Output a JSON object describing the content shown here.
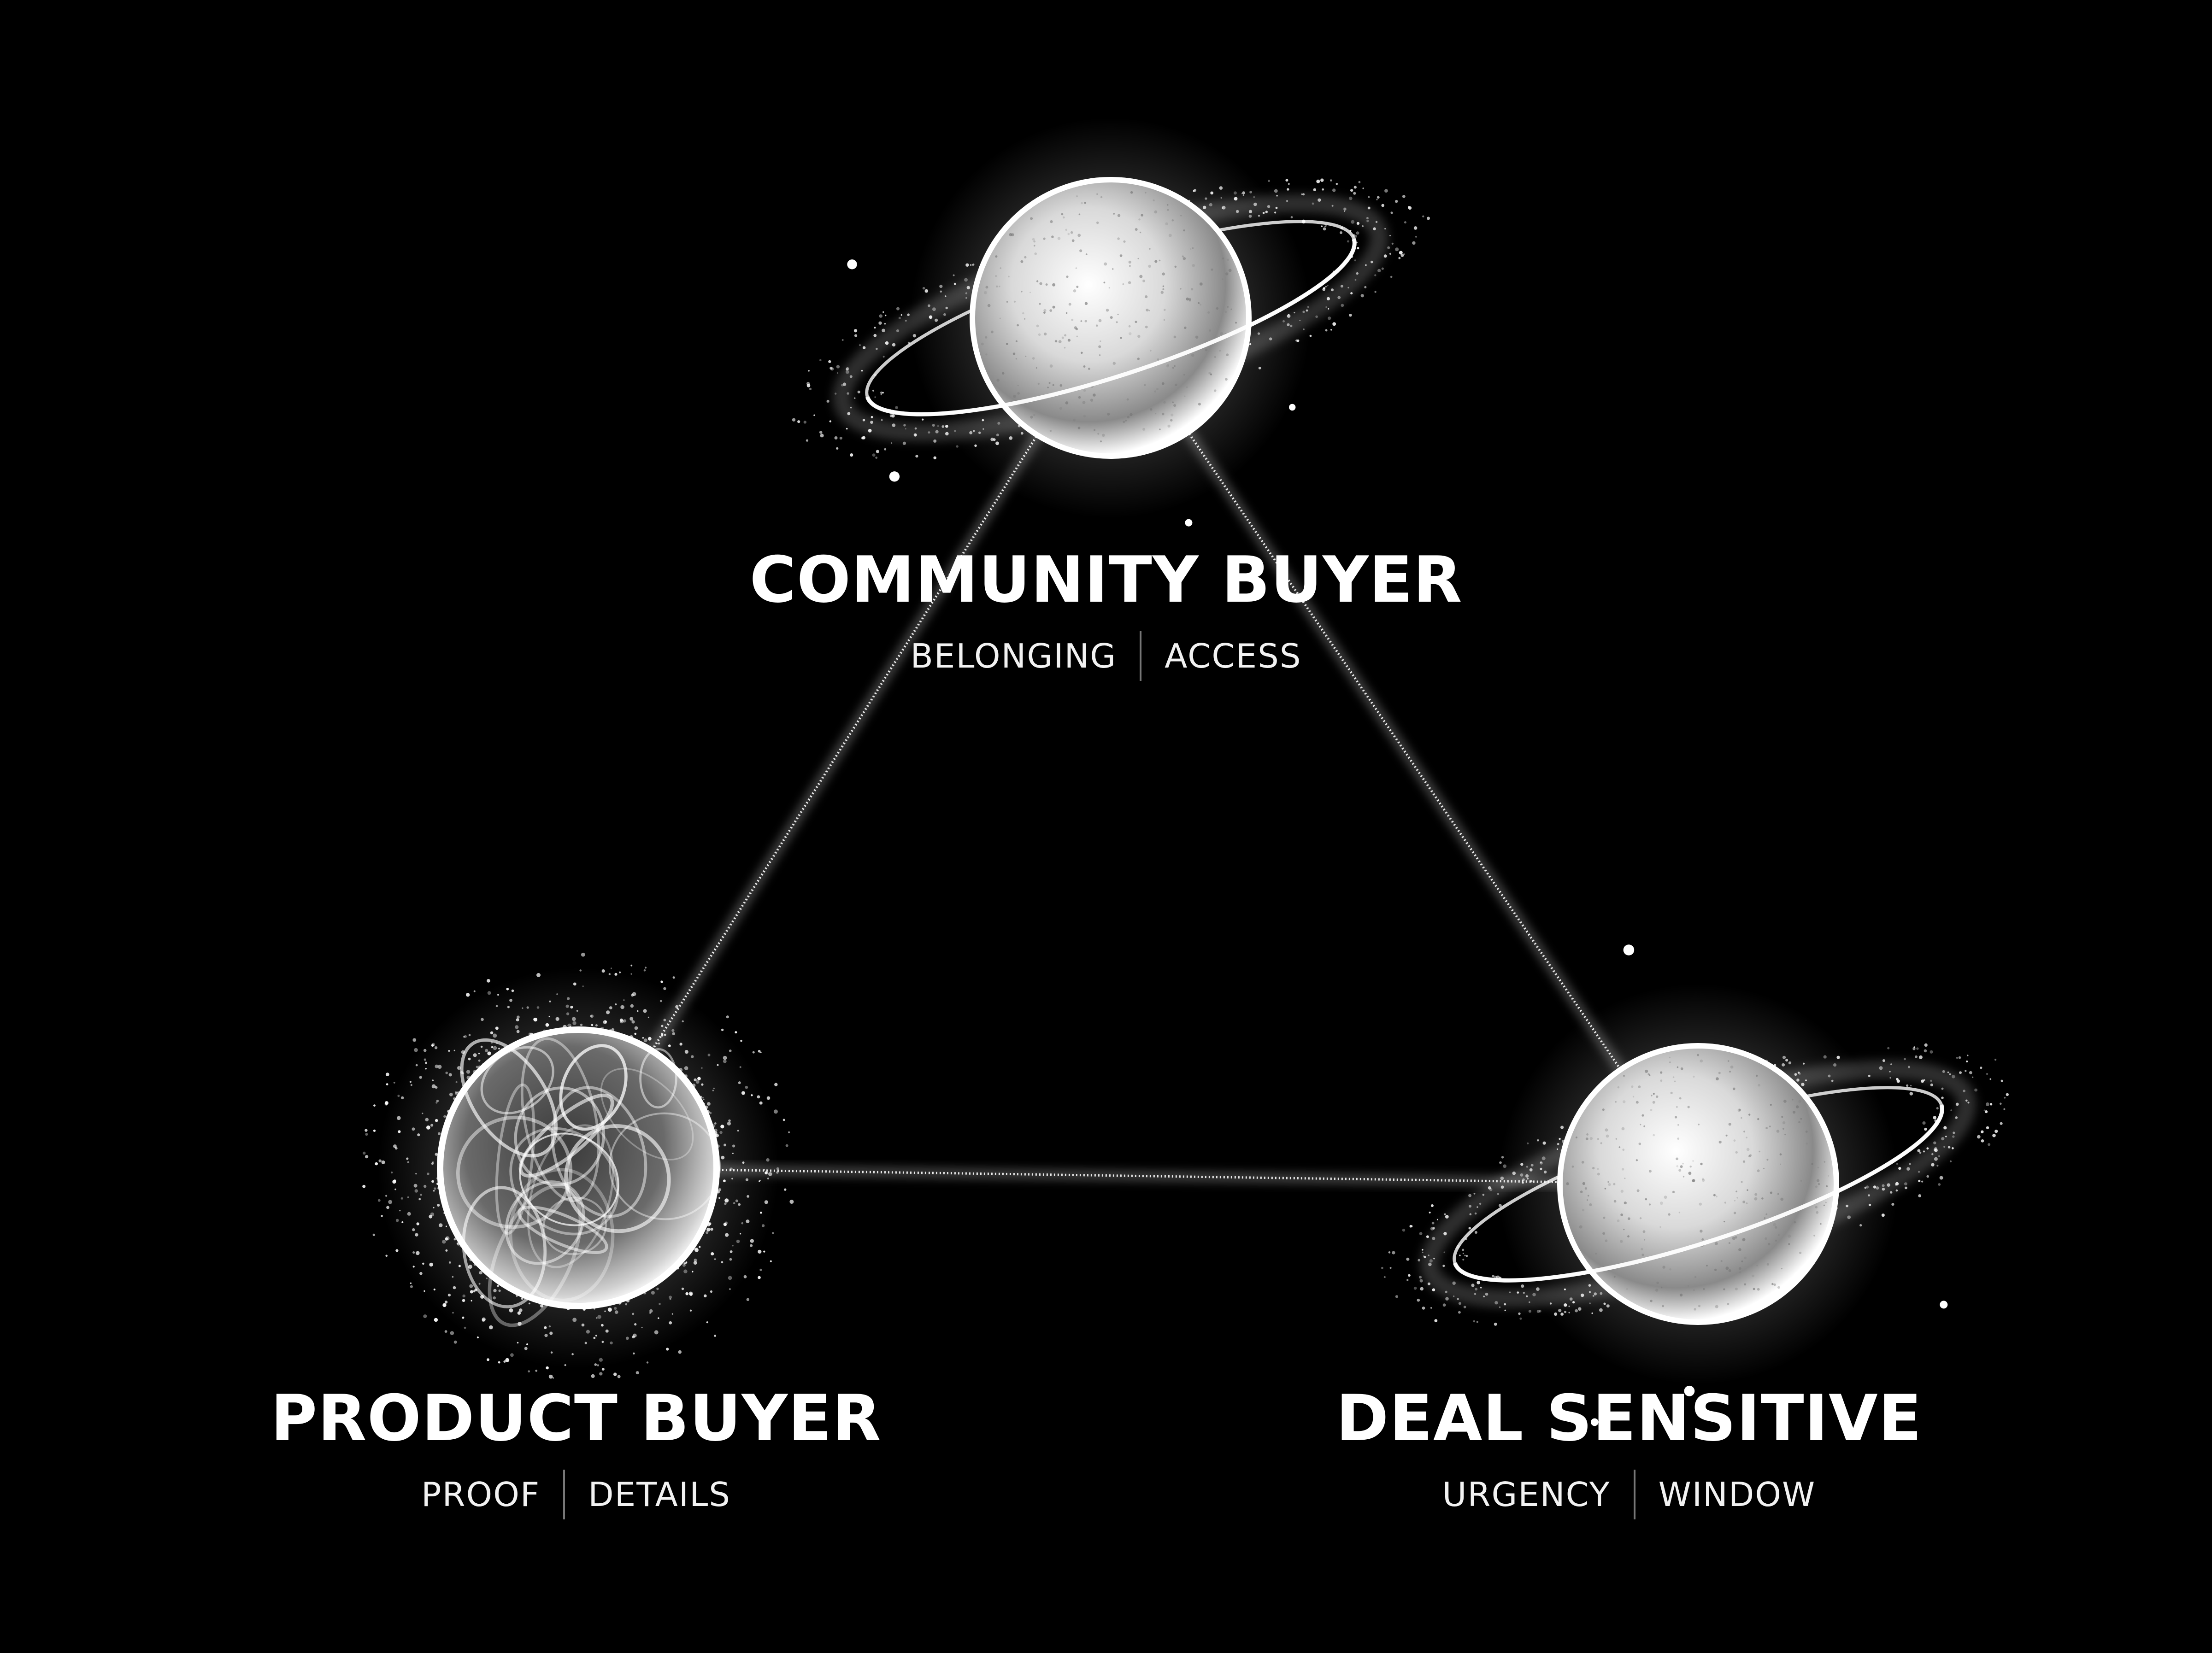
{
  "diagram": {
    "background": "#000000",
    "accent": "#ffffff",
    "nodes": [
      {
        "id": "community",
        "title": "COMMUNITY BUYER",
        "tags": [
          "BELONGING",
          "ACCESS"
        ],
        "style": "ringed-planet"
      },
      {
        "id": "product",
        "title": "PRODUCT BUYER",
        "tags": [
          "PROOF",
          "DETAILS"
        ],
        "style": "textured-planet"
      },
      {
        "id": "deal",
        "title": "DEAL SENSITIVE",
        "tags": [
          "URGENCY",
          "WINDOW"
        ],
        "style": "ringed-planet"
      }
    ],
    "links": [
      {
        "from": "community",
        "to": "product"
      },
      {
        "from": "community",
        "to": "deal"
      },
      {
        "from": "product",
        "to": "deal"
      }
    ]
  }
}
